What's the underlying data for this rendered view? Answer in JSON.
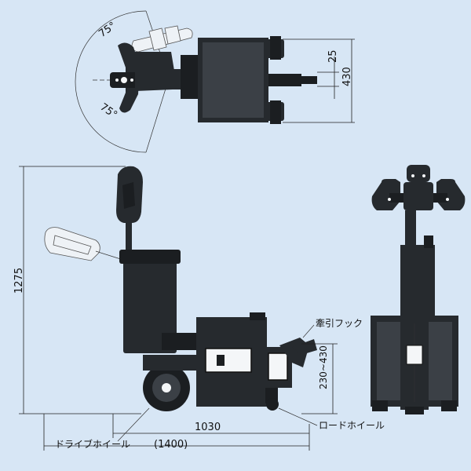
{
  "top_view": {
    "angle_upper": "75°",
    "angle_lower": "75°",
    "dim_small": "25",
    "dim_width": "430"
  },
  "side_view": {
    "dim_height": "1275",
    "dim_length": "1030",
    "dim_total": "(1400)",
    "dim_hitch_height": "230~430",
    "label_hitch": "牽引フック",
    "label_drive_wheel": "ドライブホイール",
    "label_load_wheel": "ロードホイール"
  }
}
